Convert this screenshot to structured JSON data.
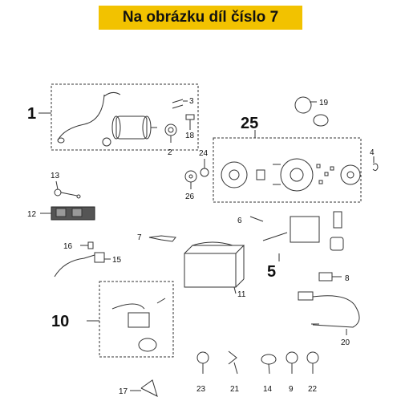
{
  "banner": {
    "text": "Na obrázku díl číslo 7",
    "color": "#f2c200"
  },
  "callouts": {
    "n1": "1",
    "n2": "2",
    "n3": "3",
    "n4": "4",
    "n5": "5",
    "n6": "6",
    "n7": "7",
    "n8": "8",
    "n9": "9",
    "n10": "10",
    "n11": "11",
    "n12": "12",
    "n13": "13",
    "n14": "14",
    "n15": "15",
    "n16": "16",
    "n17": "17",
    "n18": "18",
    "n19": "19",
    "n20": "20",
    "n21": "21",
    "n22": "22",
    "n23": "23",
    "n24": "24",
    "n25": "25",
    "n26": "26"
  }
}
